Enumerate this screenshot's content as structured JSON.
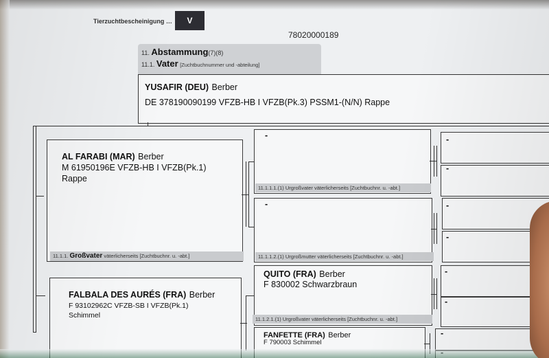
{
  "header": {
    "doc_label": "Tierzuchtbescheinigung …",
    "section_badge": "V",
    "cert_number": "78020000189"
  },
  "section": {
    "abstammung_prefix": "11.",
    "abstammung_title": "Abstammung",
    "abstammung_suffix": "(7)(8)",
    "vater_prefix": "11.1.",
    "vater_title": "Vater",
    "vater_note": "[Zuchtbuchnummer und -abteilung]"
  },
  "sire": {
    "name": "YUSAFIR (DEU)",
    "breed": "Berber",
    "details": "DE 378190090199 VFZB-HB I VFZB(Pk.3) PSSM1-(N/N) Rappe"
  },
  "grandsire": {
    "name": "AL FARABI (MAR)",
    "breed": "Berber",
    "line2": "M 61950196E VFZB-HB I VFZB(Pk.1)",
    "line3": "Rappe",
    "label_prefix": "11.1.1.",
    "label_title": "Großvater",
    "label_note": "väterlicherseits [Zuchtbuchnr. u. -abt.]"
  },
  "granddam": {
    "name": "FALBALA DES AURÉS (FRA)",
    "breed": "Berber",
    "line2": "F 93102962C VFZB-SB I VFZB(Pk.1)",
    "line3": "Schimmel"
  },
  "ggf1": {
    "value": "-",
    "label": "11.1.1.1.(1) Urgroßvater väterlicherseits [Zuchtbuchnr. u. -abt.]"
  },
  "ggm1": {
    "value": "-",
    "label": "11.1.1.2.(1) Urgroßmutter väterlicherseits [Zuchtbuchnr. u. -abt.]"
  },
  "ggf2": {
    "name": "QUITO (FRA)",
    "breed": "Berber",
    "line2": "F 830002 Schwarzbraun",
    "label": "11.1.2.1.(1) Urgroßvater väterlicherseits [Zuchtbuchnr. u. -abt.]"
  },
  "ggm2": {
    "name": "FANFETTE (FRA)",
    "breed": "Berber",
    "line2": "F 790003 Schimmel"
  },
  "far_right": {
    "dashes": [
      "-",
      "-",
      "-",
      "-",
      "-",
      "-",
      "-",
      "-"
    ]
  }
}
